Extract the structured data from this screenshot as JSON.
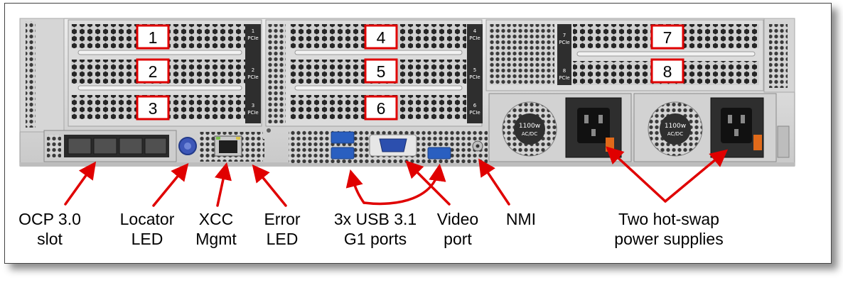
{
  "slots": [
    {
      "number": "1",
      "tab_number": "1"
    },
    {
      "number": "2",
      "tab_number": "2"
    },
    {
      "number": "3",
      "tab_number": "3"
    },
    {
      "number": "4",
      "tab_number": "4"
    },
    {
      "number": "5",
      "tab_number": "5"
    },
    {
      "number": "6",
      "tab_number": "6"
    },
    {
      "number": "7",
      "tab_number": "7"
    },
    {
      "number": "8",
      "tab_number": "8"
    }
  ],
  "tab_suffix": "PCIe",
  "psu_rating": "1100w",
  "psu_type": "AC/DC",
  "labels": {
    "ocp": [
      "OCP 3.0",
      "slot"
    ],
    "locator": [
      "Locator",
      "LED"
    ],
    "xcc": [
      "XCC",
      "Mgmt"
    ],
    "error": [
      "Error",
      "LED"
    ],
    "usb": [
      "3x USB 3.1",
      "G1 ports"
    ],
    "video": [
      "Video",
      "port"
    ],
    "nmi": [
      "NMI"
    ],
    "psu": [
      "Two hot-swap",
      "power supplies"
    ]
  },
  "colors": {
    "callout": "#e00000",
    "chassis": "#d8d8d8",
    "usb_blue": "#2a5fc0",
    "vga_blue": "#2c4fae",
    "locator_blue": "#3d57b8"
  }
}
